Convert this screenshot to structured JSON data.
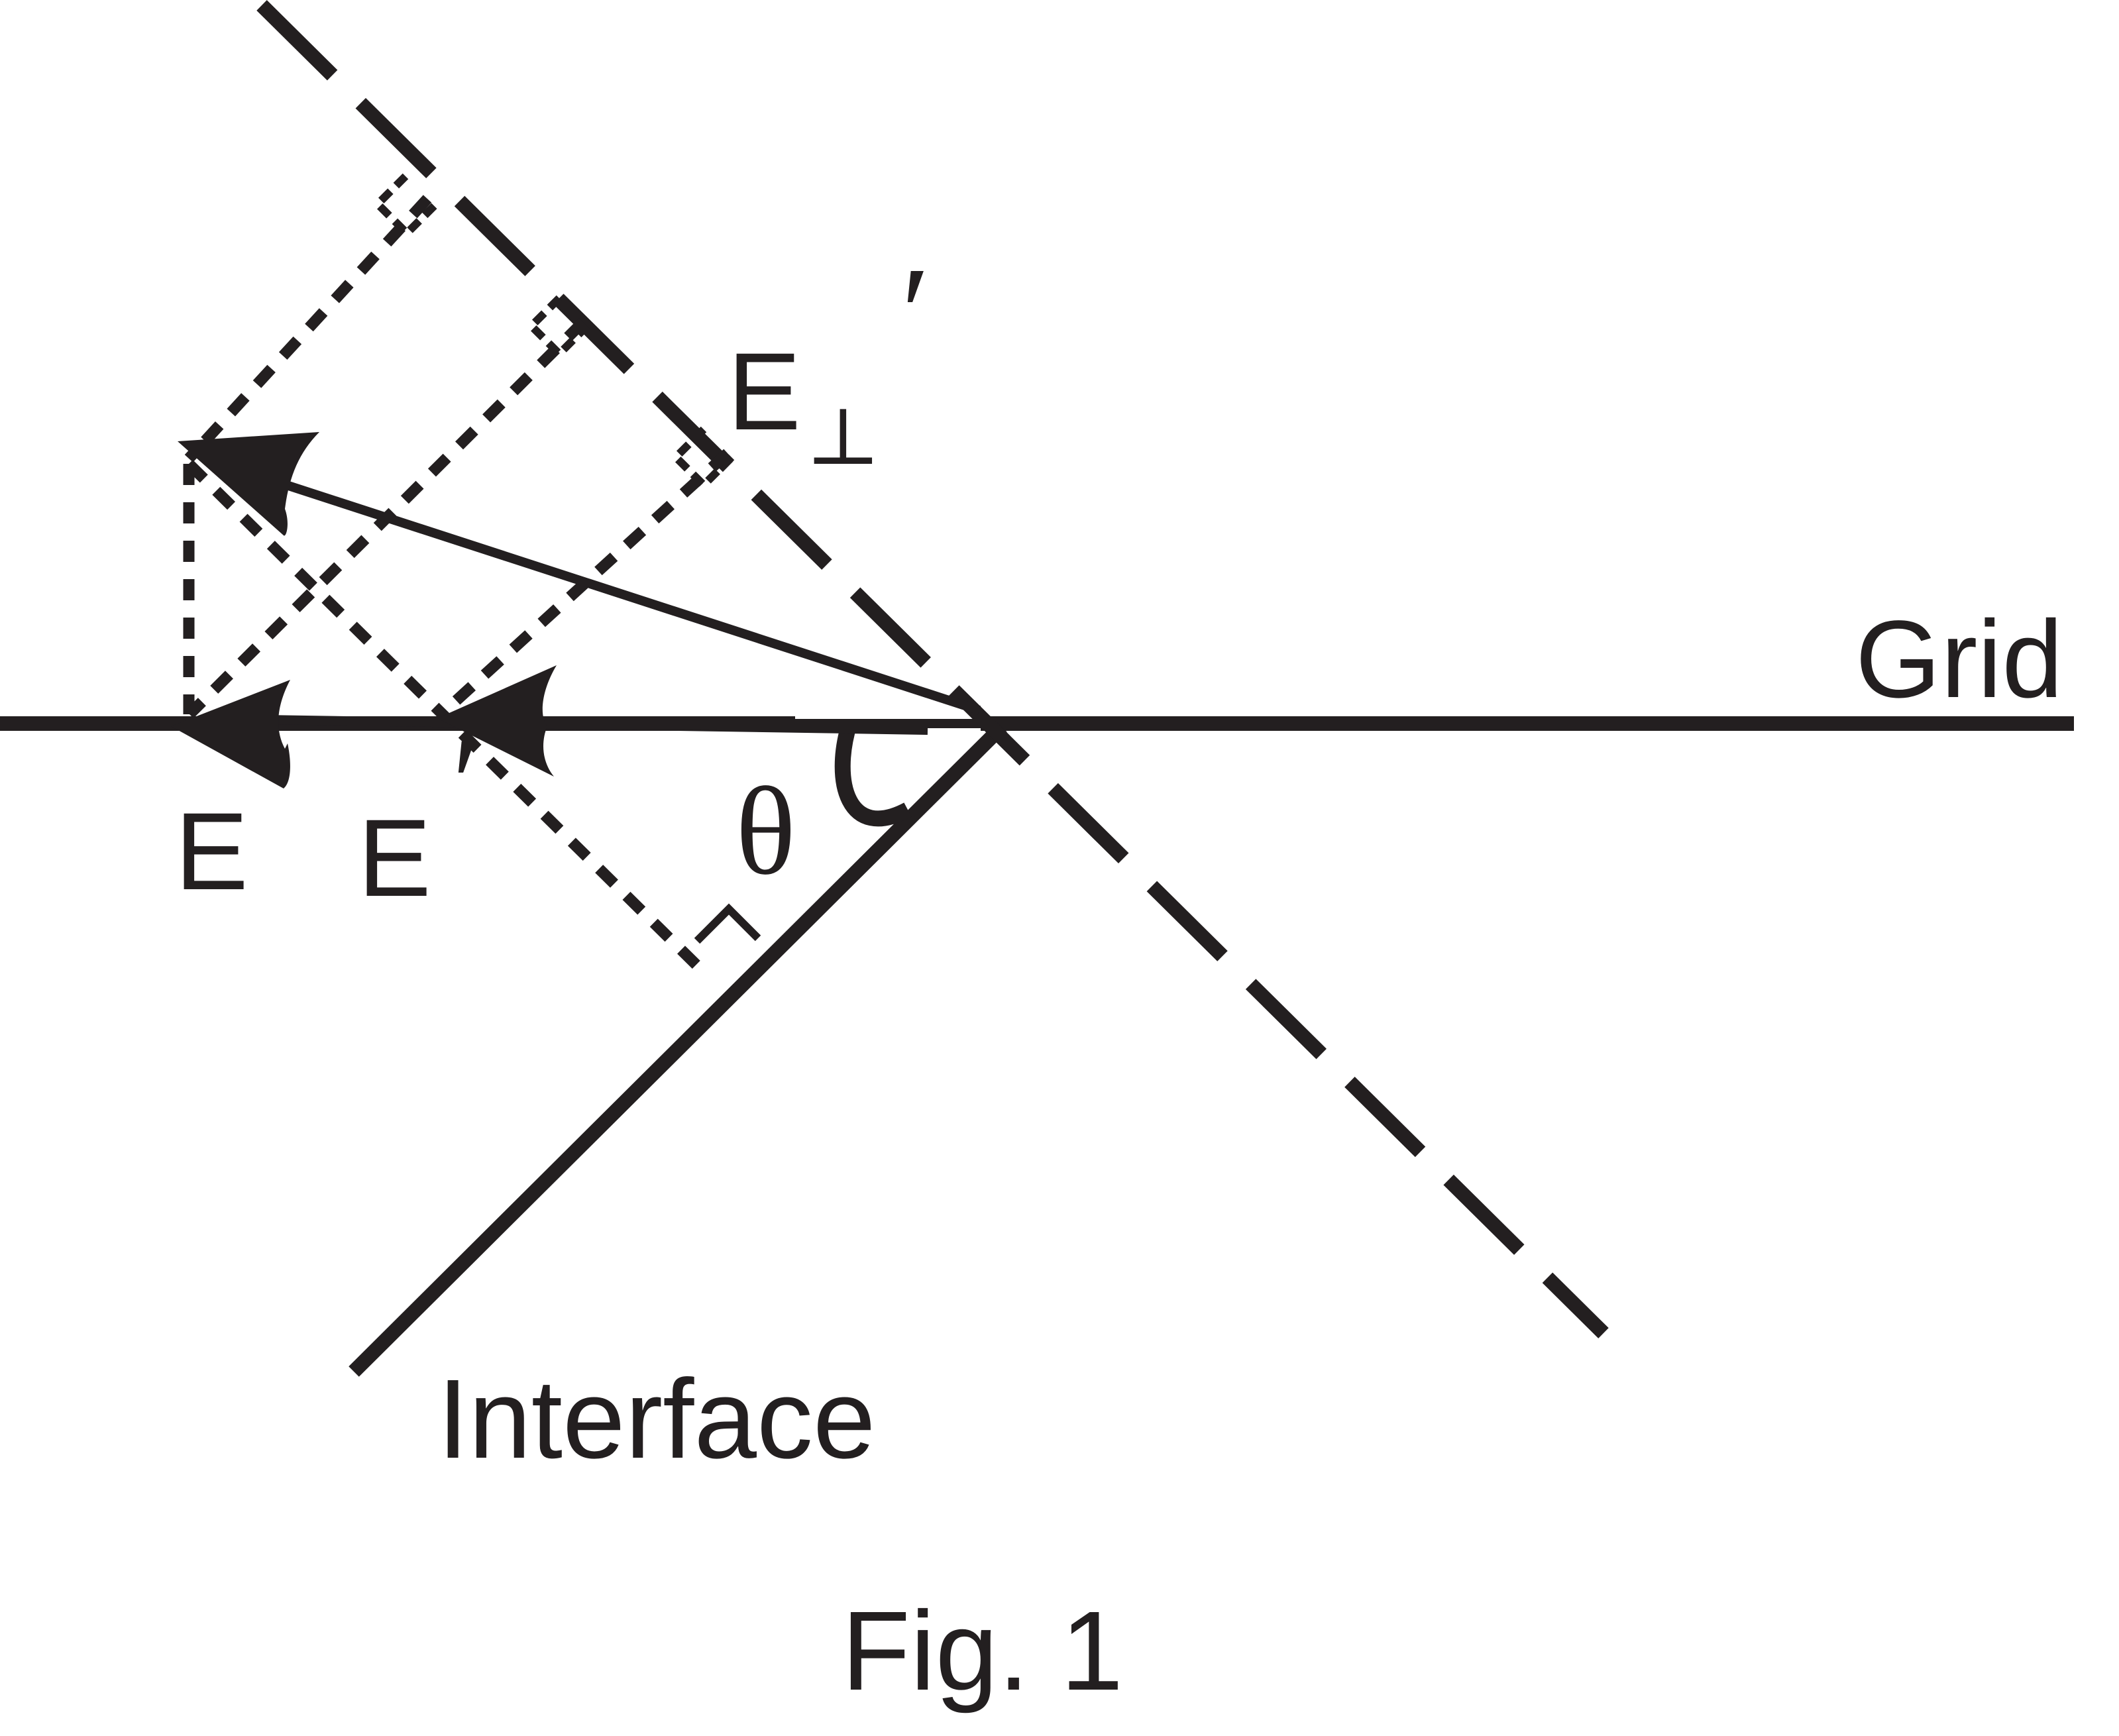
{
  "colors": {
    "ink": "#231f20",
    "background": "#ffffff"
  },
  "labels": {
    "grid": "Grid",
    "interface": "Interface",
    "e_perp_base": "E",
    "e_perp_sub": "⊥",
    "e_perp_prime": "′",
    "e_total": "E",
    "e_prime_base": "E",
    "e_prime_mark": "′",
    "theta": "θ",
    "caption": "Fig. 1"
  },
  "line_styles": {
    "grid_line": "solid",
    "interface_line": "solid",
    "perpendicular_axis": "long-dash",
    "projection_lines": "short-dash",
    "vectors": "solid-arrow"
  },
  "right_angle_marks": 4
}
